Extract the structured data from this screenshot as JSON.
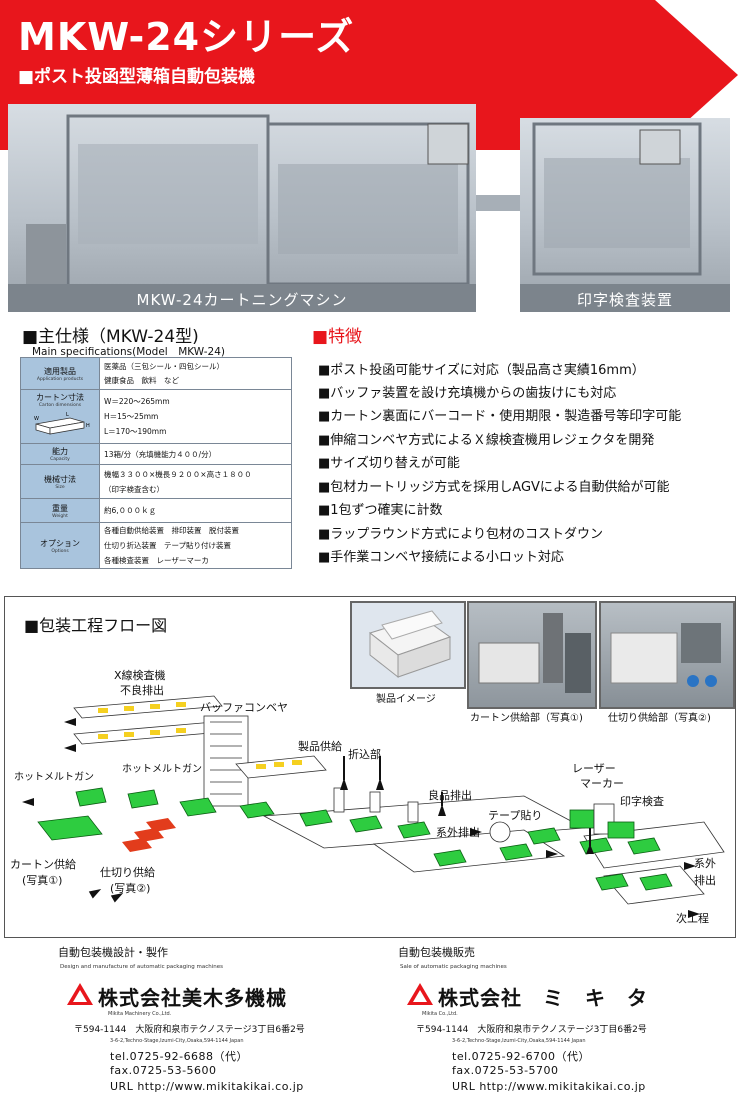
{
  "header": {
    "title": "MKW-24シリーズ",
    "subtitle": "■ポスト投函型薄箱自動包装機",
    "brand_color": "#e8161c"
  },
  "photos": {
    "main_caption": "MKW-24カートニングマシン",
    "side_caption": "印字検査装置"
  },
  "specs": {
    "heading": "■主仕様（MKW-24型)",
    "subheading": "Main specifications(Model　MKW-24)",
    "rows": [
      {
        "key": "適用製品",
        "key_en": "Application products",
        "lines": [
          "医薬品（三包シール・四包シール）",
          "健康食品　飲料　など"
        ]
      },
      {
        "key": "カートン寸法",
        "key_en": "Carton dimensions",
        "lines": [
          "W＝220〜265mm",
          "H＝15〜25mm",
          "L＝170〜190mm"
        ]
      },
      {
        "key": "能力",
        "key_en": "Capacity",
        "lines": [
          "13箱/分（充填機能力４００/分）"
        ]
      },
      {
        "key": "機械寸法",
        "key_en": "Size",
        "lines": [
          "機幅３３００×機長９２００×高さ１８００",
          "（印字検査含む）"
        ]
      },
      {
        "key": "重量",
        "key_en": "Weight",
        "lines": [
          "約6,０００ｋｇ"
        ]
      },
      {
        "key": "オプション",
        "key_en": "Options",
        "lines": [
          "各種自動供給装置　排印装置　脱付装置",
          "仕切り折込装置　テープ貼り付け装置",
          "各種検査装置　レーザーマーカ"
        ]
      }
    ],
    "diagram_labels": [
      "W",
      "H",
      "L"
    ]
  },
  "features": {
    "heading": "■特徴",
    "items": [
      "■ポスト投函可能サイズに対応（製品高さ実績16mm）",
      "■バッファ装置を設け充填機からの歯抜けにも対応",
      "■カートン裏面にバーコード・使用期限・製造番号等印字可能",
      "■伸縮コンベヤ方式によるＸ線検査機用レジェクタを開発",
      "■サイズ切り替えが可能",
      "■包材カートリッジ方式を採用しAGVによる自動供給が可能",
      "■1包ずつ確実に計数",
      "■ラップラウンド方式により包材のコストダウン",
      "■手作業コンベヤ接続による小ロット対応"
    ]
  },
  "flow": {
    "heading": "■包装工程フロー図",
    "photo_captions": [
      "製品イメージ",
      "カートン供給部（写真①)",
      "仕切り供給部（写真②)"
    ],
    "labels": {
      "xray": "X線検査機",
      "xray_reject": "不良排出",
      "buffer": "バッファコンベヤ",
      "product_feed": "製品供給",
      "fold_in": "折込部",
      "hotmelt1": "ホットメルトガン",
      "hotmelt2": "ホットメルトガン",
      "good_out": "良品排出",
      "tape": "テープ貼り",
      "laser1": "レーザー",
      "laser2": "マーカー",
      "print_check": "印字検査",
      "reject_out": "系外排出",
      "sys_out1": "系外",
      "sys_out2": "排出",
      "carton_feed1": "カートン供給",
      "carton_feed2": "(写真①)",
      "divider_feed1": "仕切り供給",
      "divider_feed2": "(写真②)",
      "next": "次工程"
    }
  },
  "footer": {
    "left": {
      "role": "自動包装機設計・製作",
      "role_en": "Design and manufacture of automatic packaging machines",
      "company": "株式会社美木多機械",
      "company_en": "Mikita Machinery Co.,Ltd.",
      "address": "〒594-1144　大阪府和泉市テクノステージ3丁目6番2号",
      "address_en": "3-6-2,Techno-Stage,Izumi-City,Osaka,594-1144 Japan",
      "tel": "tel.0725-92-6688（代）",
      "fax": "fax.0725-53-5600",
      "url": "URL  http://www.mikitakikai.co.jp"
    },
    "right": {
      "role": "自動包装機販売",
      "role_en": "Sale of automatic packaging machines",
      "company": "株式会社　ミ　キ　タ",
      "company_en": "Mikita Co.,Ltd.",
      "address": "〒594-1144　大阪府和泉市テクノステージ3丁目6番2号",
      "address_en": "3-6-2,Techno-Stage,Izumi-City,Osaka,594-1144 Japan",
      "tel": "tel.0725-92-6700（代）",
      "fax": "fax.0725-53-5700",
      "url": "URL  http://www.mikitakikai.co.jp"
    }
  }
}
